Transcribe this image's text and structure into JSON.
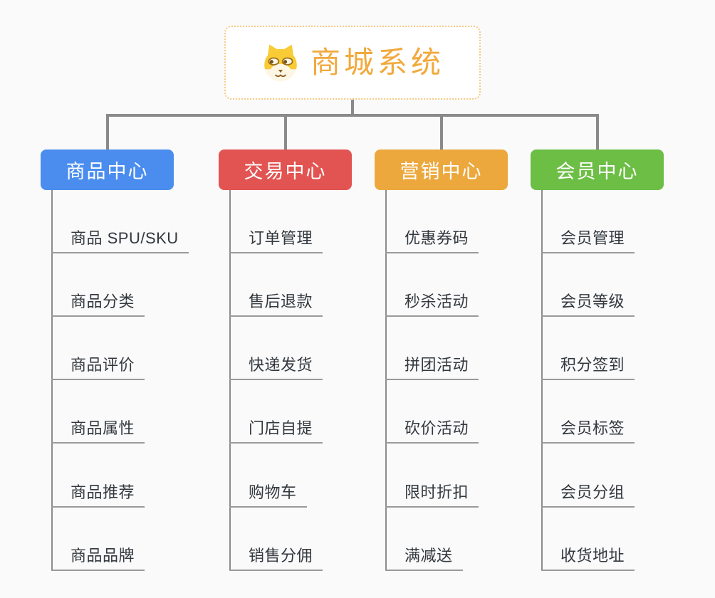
{
  "background_color": "#FAFAFA",
  "root": {
    "title": "商城系统",
    "icon": "dog-face-icon",
    "icon_color": "#F9CB35",
    "title_color": "#F2A93D",
    "border_color": "#F8C983"
  },
  "lines": {
    "tree_color": "#8A8A8A",
    "trunk_color": "#8C8C8C",
    "underline_color": "#9A9A9A"
  },
  "branches": [
    {
      "label": "商品中心",
      "color": "#4A8DEE",
      "children": [
        "商品 SPU/SKU",
        "商品分类",
        "商品评价",
        "商品属性",
        "商品推荐",
        "商品品牌"
      ]
    },
    {
      "label": "交易中心",
      "color": "#E25452",
      "children": [
        "订单管理",
        "售后退款",
        "快递发货",
        "门店自提",
        "购物车",
        "销售分佣"
      ]
    },
    {
      "label": "营销中心",
      "color": "#ECA83D",
      "children": [
        "优惠券码",
        "秒杀活动",
        "拼团活动",
        "砍价活动",
        "限时折扣",
        "满减送"
      ]
    },
    {
      "label": "会员中心",
      "color": "#6CBE45",
      "children": [
        "会员管理",
        "会员等级",
        "积分签到",
        "会员标签",
        "会员分组",
        "收货地址"
      ]
    }
  ]
}
